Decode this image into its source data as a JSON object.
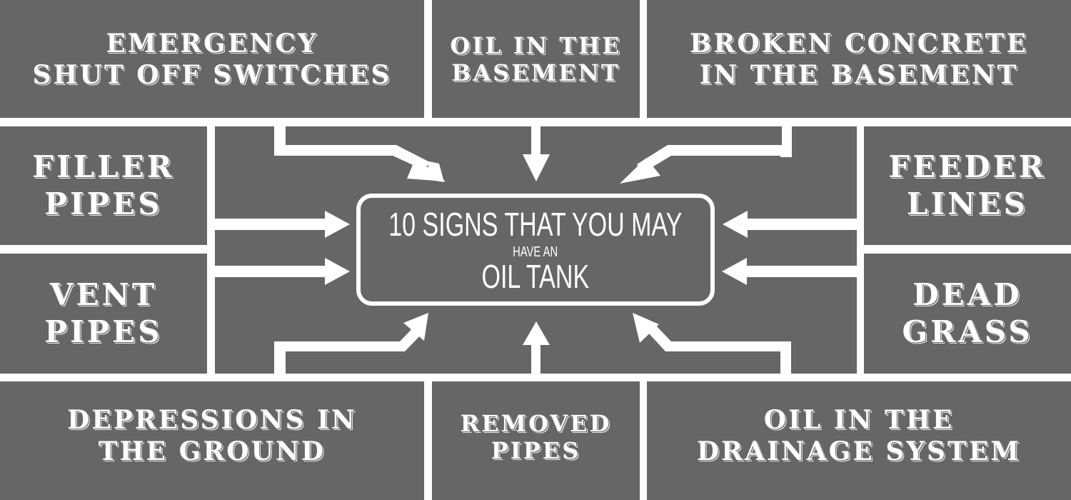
{
  "title": {
    "line1": "10 Signs That You May",
    "line2": "Have an",
    "line3": "Oil Tank"
  },
  "signs": {
    "emergency_shut_off": {
      "line1": "Emergency",
      "line2": "Shut Off Switches"
    },
    "oil_in_basement": {
      "line1": "Oil in the",
      "line2": "Basement"
    },
    "broken_concrete": {
      "line1": "Broken Concrete",
      "line2": "in the Basement"
    },
    "filler_pipes": {
      "line1": "Filler",
      "line2": "Pipes"
    },
    "vent_pipes": {
      "line1": "Vent",
      "line2": "Pipes"
    },
    "feeder_lines": {
      "line1": "Feeder",
      "line2": "Lines"
    },
    "dead_grass": {
      "line1": "Dead",
      "line2": "Grass"
    },
    "depressions": {
      "line1": "Depressions in",
      "line2": "the Ground"
    },
    "removed_pipes": {
      "line1": "Removed",
      "line2": "Pipes"
    },
    "oil_in_drainage": {
      "line1": "Oil in the",
      "line2": "Drainage System"
    }
  },
  "colors": {
    "panel": "#666666",
    "background": "#ffffff",
    "text": "#ffffff"
  }
}
